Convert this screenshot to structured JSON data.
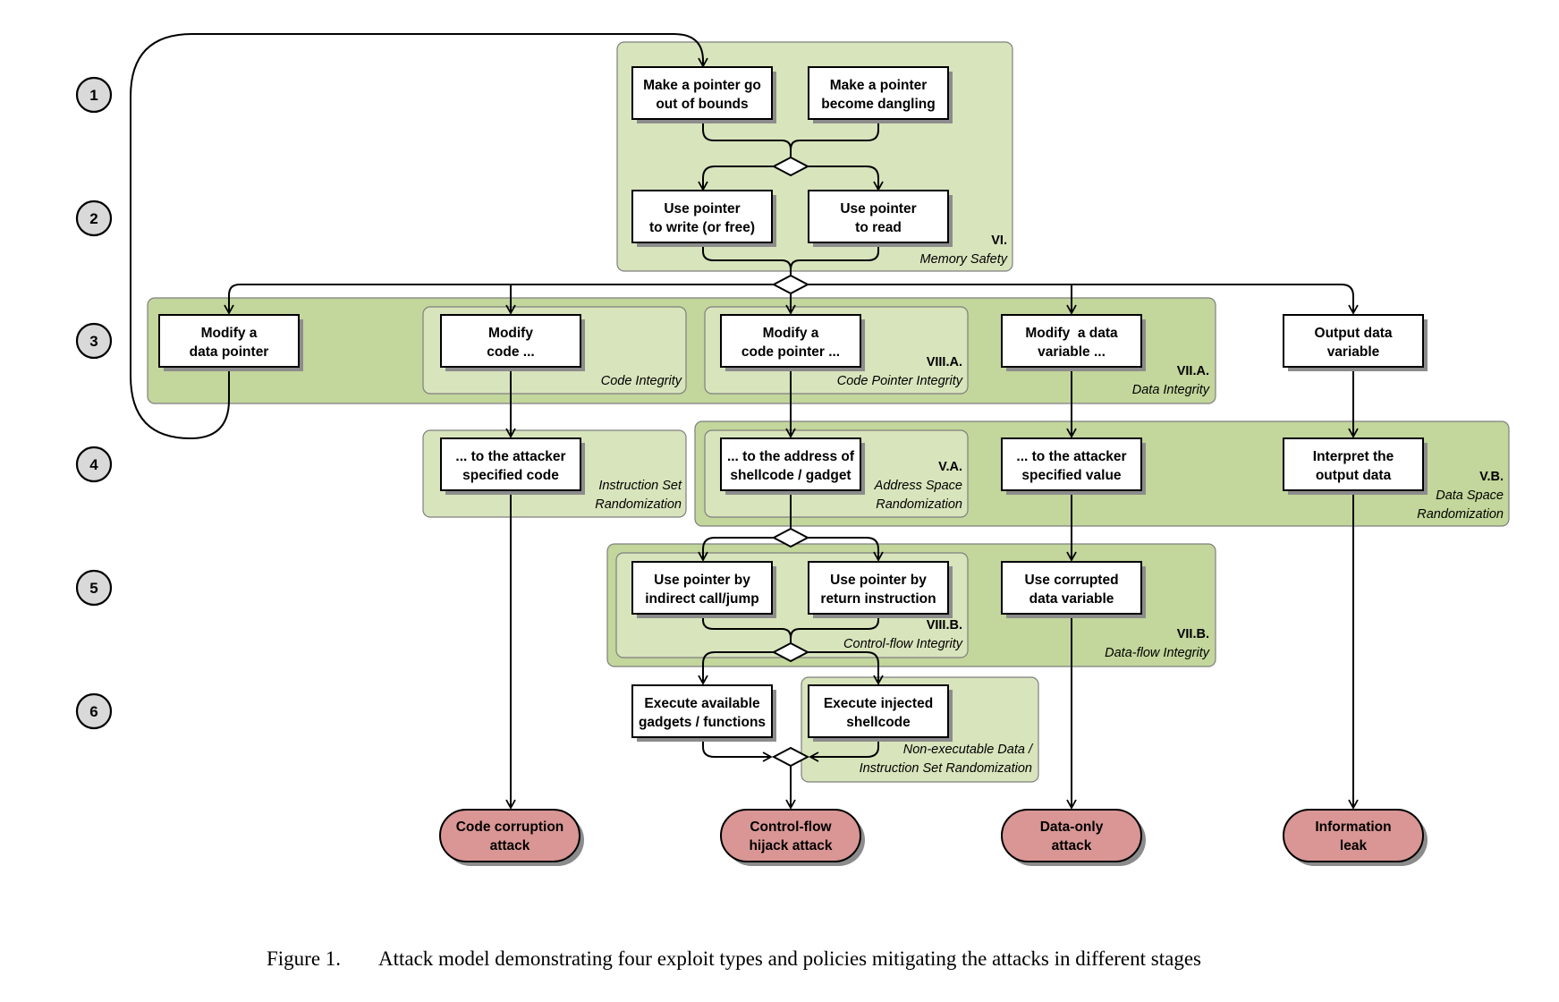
{
  "steps": [
    "1",
    "2",
    "3",
    "4",
    "5",
    "6"
  ],
  "boxes": {
    "make_oob": [
      "Make a pointer go",
      "out of bounds"
    ],
    "make_dangling": [
      "Make a pointer",
      "become dangling"
    ],
    "use_write": [
      "Use pointer",
      "to write (or free)"
    ],
    "use_read": [
      "Use pointer",
      "to read"
    ],
    "modify_data_pointer": [
      "Modify a",
      "data pointer"
    ],
    "modify_code": [
      "Modify",
      "code ..."
    ],
    "modify_code_pointer": [
      "Modify a",
      "code pointer ..."
    ],
    "modify_data_variable": [
      "Modify  a data",
      "variable ..."
    ],
    "output_data_variable": [
      "Output data",
      "variable"
    ],
    "to_attacker_code": [
      "... to the attacker",
      "specified code"
    ],
    "to_shellcode_address": [
      "... to the address of",
      "shellcode / gadget"
    ],
    "to_attacker_value": [
      "... to the attacker",
      "specified value"
    ],
    "interpret_output": [
      "Interpret the",
      "output data"
    ],
    "use_indirect_call": [
      "Use pointer by",
      "indirect call/jump"
    ],
    "use_return": [
      "Use pointer by",
      "return instruction"
    ],
    "use_corrupted_variable": [
      "Use corrupted",
      "data variable"
    ],
    "execute_gadgets": [
      "Execute available",
      "gadgets / functions"
    ],
    "execute_shellcode": [
      "Execute injected",
      "shellcode"
    ]
  },
  "attacks": {
    "code_corruption": [
      "Code corruption",
      "attack"
    ],
    "control_flow_hijack": [
      "Control-flow",
      "hijack attack"
    ],
    "data_only": [
      "Data-only",
      "attack"
    ],
    "information_leak": [
      "Information",
      "leak"
    ]
  },
  "policies": {
    "memory_safety": {
      "num": "VI.",
      "name": [
        "Memory Safety"
      ]
    },
    "data_integrity": {
      "num": "VII.A.",
      "name": [
        "Data Integrity"
      ]
    },
    "code_integrity": {
      "num": "",
      "name": [
        "Code Integrity"
      ]
    },
    "code_pointer_integrity": {
      "num": "VIII.A.",
      "name": [
        "Code Pointer Integrity"
      ]
    },
    "instruction_set_randomization": {
      "num": "",
      "name": [
        "Instruction Set",
        "Randomization"
      ]
    },
    "address_space_randomization": {
      "num": "V.A.",
      "name": [
        "Address Space",
        "Randomization"
      ]
    },
    "data_space_randomization": {
      "num": "V.B.",
      "name": [
        "Data Space",
        "Randomization"
      ]
    },
    "data_flow_integrity": {
      "num": "VII.B.",
      "name": [
        "Data-flow Integrity"
      ]
    },
    "control_flow_integrity": {
      "num": "VIII.B.",
      "name": [
        "Control-flow Integrity"
      ]
    },
    "non_executable_data": {
      "num": "",
      "name": [
        "Non-executable Data /",
        "Instruction Set Randomization"
      ]
    }
  },
  "caption": {
    "label": "Figure 1.",
    "text": "Attack model demonstrating four exploit types and policies mitigating the attacks in different stages"
  },
  "colors": {
    "region_light": "#d8e4bc",
    "region_dark": "#c3d69b",
    "attack_fill": "#d99694",
    "step_circle": "#d9d9d9"
  }
}
